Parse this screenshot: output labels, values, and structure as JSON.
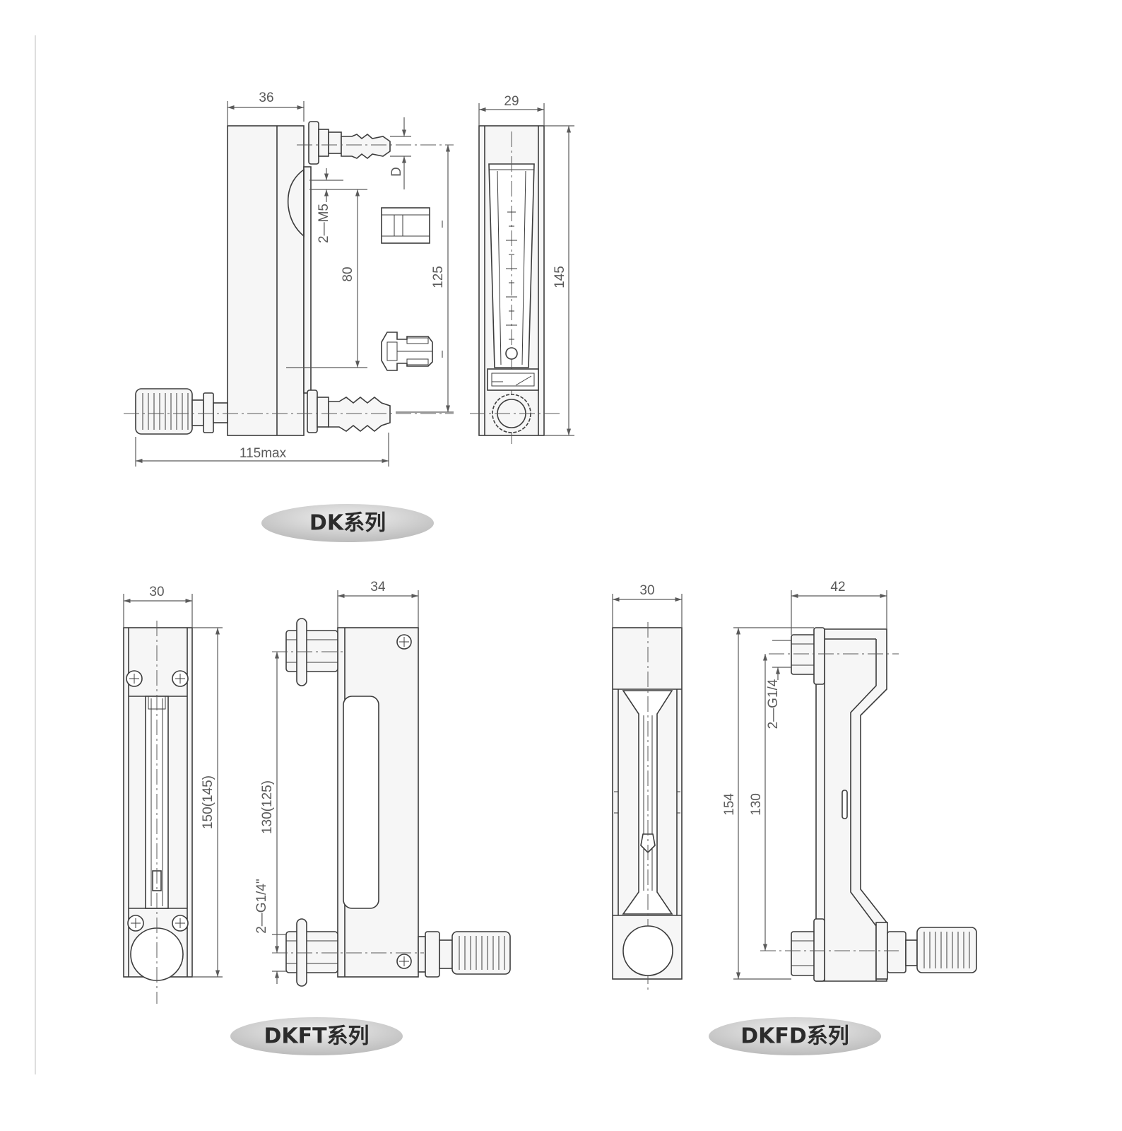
{
  "colors": {
    "line": "#3c3c3c",
    "fill": "#f6f6f6",
    "dimension": "#5a5a5a",
    "label_light": "#efefef",
    "label_dark": "#bcbcbc"
  },
  "dk": {
    "label": "DK系列",
    "dim_side_width": "36",
    "dim_front_width": "29",
    "dim_barb": "D",
    "dim_thread": "2—M5",
    "dim_center": "80",
    "dim_connection": "125",
    "dim_height": "145",
    "dim_length": "115max"
  },
  "dkft": {
    "label": "DKFT系列",
    "dim_front_width": "30",
    "dim_side_width": "34",
    "dim_height": "150(145)",
    "dim_center": "130(125)",
    "dim_thread": "2—G1/4\""
  },
  "dkfd": {
    "label": "DKFD系列",
    "dim_front_width": "30",
    "dim_side_width": "42",
    "dim_height": "154",
    "dim_center": "130",
    "dim_thread": "2—G1/4"
  }
}
